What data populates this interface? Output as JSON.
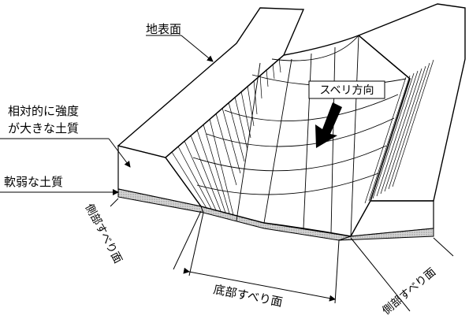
{
  "labels": {
    "ground_surface": "地表面",
    "stronger_soil_line1": "相対的に強度",
    "stronger_soil_line2": "が大きな土質",
    "weak_soil": "軟弱な土質",
    "slip_direction": "スベリ方向",
    "side_slip_left": "側部すべり面",
    "side_slip_right": "側部すべり面",
    "bottom_slip": "底部すべり面"
  },
  "colors": {
    "line": "#000000",
    "background": "#ffffff",
    "weak_layer": "#c8c8c8"
  },
  "icons": {
    "slip_arrow": "down-left-arrow"
  }
}
